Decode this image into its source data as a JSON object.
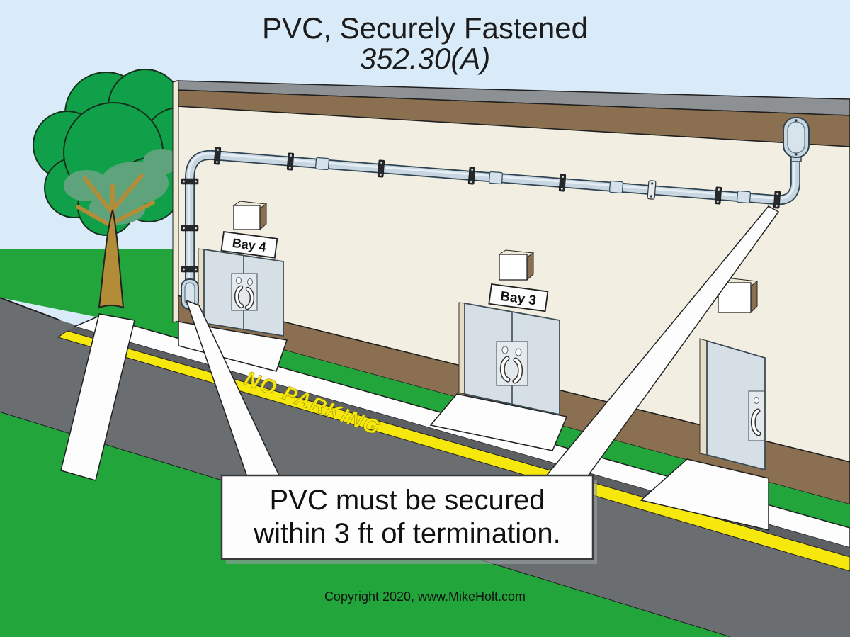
{
  "title": {
    "line1": "PVC, Securely Fastened",
    "line2": "352.30(A)"
  },
  "callout": {
    "line1": "PVC must be secured",
    "line2": "within 3 ft of termination."
  },
  "signs": {
    "bay4": "Bay 4",
    "bay3": "Bay 3"
  },
  "road": {
    "marking": "NO PARKING"
  },
  "footer": {
    "copyright": "Copyright 2020, www.MikeHolt.com"
  },
  "colors": {
    "sky": "#d9eaf8",
    "grass": "#22a63c",
    "road": "#6b6e71",
    "yellow_line": "#f6e80c",
    "wall": "#f2eee1",
    "trim_brown": "#8a7051",
    "roof_cap": "#8e9194",
    "conduit": "#c7d6e0",
    "door": "#d6dfe5",
    "canopy": "#10a04a",
    "canopy_shade": "#5fa37c",
    "trunk": "#b28c36",
    "text": "#1c1c1c"
  }
}
